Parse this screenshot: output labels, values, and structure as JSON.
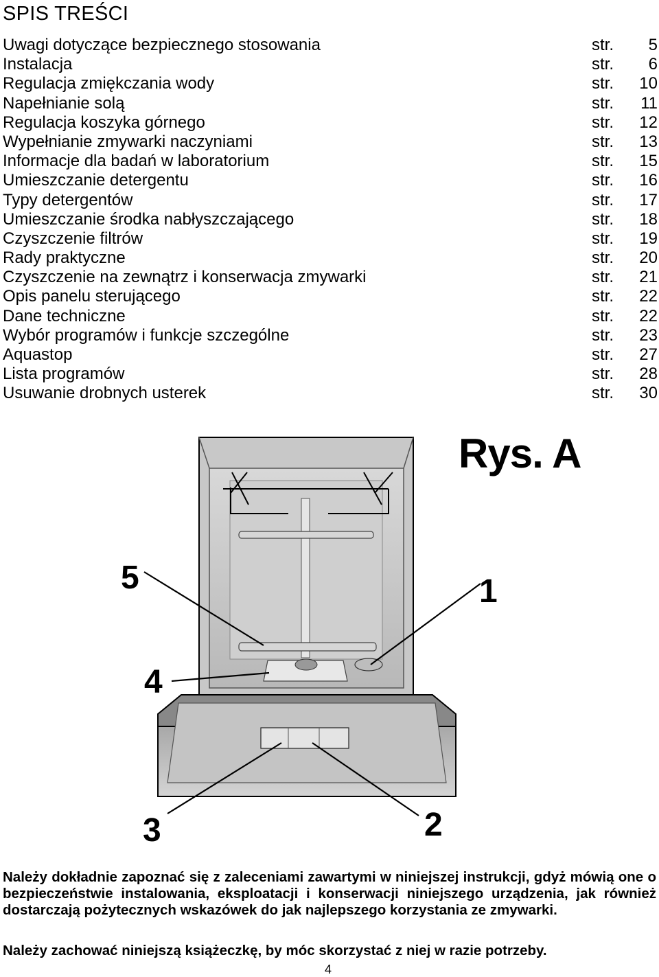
{
  "heading": "SPIS TREŚCI",
  "toc": [
    {
      "label": "Uwagi dotyczące bezpiecznego stosowania",
      "str": "str.",
      "page": "5"
    },
    {
      "label": "Instalacja",
      "str": "str.",
      "page": "6"
    },
    {
      "label": "Regulacja zmiękczania wody",
      "str": "str.",
      "page": "10"
    },
    {
      "label": "Napełnianie solą",
      "str": "str.",
      "page": "11"
    },
    {
      "label": "Regulacja koszyka górnego",
      "str": "str.",
      "page": "12"
    },
    {
      "label": "Wypełnianie zmywarki naczyniami",
      "str": "str.",
      "page": "13"
    },
    {
      "label": "Informacje dla badań w laboratorium",
      "str": "str.",
      "page": "15"
    },
    {
      "label": "Umieszczanie detergentu",
      "str": "str.",
      "page": "16"
    },
    {
      "label": "Typy detergentów",
      "str": "str.",
      "page": "17"
    },
    {
      "label": "Umieszczanie środka nabłyszczającego",
      "str": "str.",
      "page": "18"
    },
    {
      "label": "Czyszczenie filtrów",
      "str": "str.",
      "page": "19"
    },
    {
      "label": "Rady praktyczne",
      "str": "str.",
      "page": "20"
    },
    {
      "label": "Czyszczenie na zewnątrz i konserwacja zmywarki",
      "str": "str.",
      "page": "21"
    },
    {
      "label": "Opis panelu sterującego",
      "str": "str.",
      "page": "22"
    },
    {
      "label": "Dane techniczne",
      "str": "str.",
      "page": "22"
    },
    {
      "label": "Wybór programów i funkcje szczególne",
      "str": "str.",
      "page": "23"
    },
    {
      "label": "Aquastop",
      "str": "str.",
      "page": "27"
    },
    {
      "label": "Lista programów",
      "str": "str.",
      "page": "28"
    },
    {
      "label": "Usuwanie drobnych usterek",
      "str": "str.",
      "page": "30"
    }
  ],
  "figure": {
    "title": "Rys. A",
    "callouts": {
      "c1": "1",
      "c2": "2",
      "c3": "3",
      "c4": "4",
      "c5": "5"
    }
  },
  "note_main": "Należy dokładnie zapoznać się z zaleceniami zawartymi w niniejszej instrukcji, gdyż mówią one o bezpieczeństwie instalowania, eksploatacji i konserwacji niniejszego urządzenia, jak również dostarczają pożytecznych wskazówek do jak najlepszego korzystania ze zmywarki.",
  "note_keep": "Należy zachować niniejszą książeczkę, by móc skorzystać z niej w razie potrzeby.",
  "page_number": "4"
}
